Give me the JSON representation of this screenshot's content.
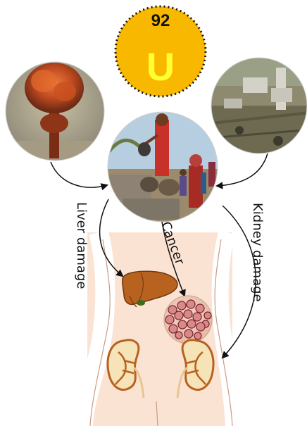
{
  "element": {
    "atomic_number": "92",
    "symbol": "U"
  },
  "effects": {
    "liver": "Liver damage",
    "cancer": "Cancer",
    "kidney": "Kidney damage"
  },
  "colors": {
    "element_fill": "#f9b800",
    "element_symbol": "#ffff33",
    "body_fill": "#fbe3d4",
    "organ": "#b7621f",
    "arrow": "#111111"
  },
  "icons": [
    "nuclear-explosion-photo",
    "mining-site-photo",
    "women-drawing-water-photo",
    "liver-icon",
    "tumor-cells-icon",
    "kidney-icon"
  ]
}
